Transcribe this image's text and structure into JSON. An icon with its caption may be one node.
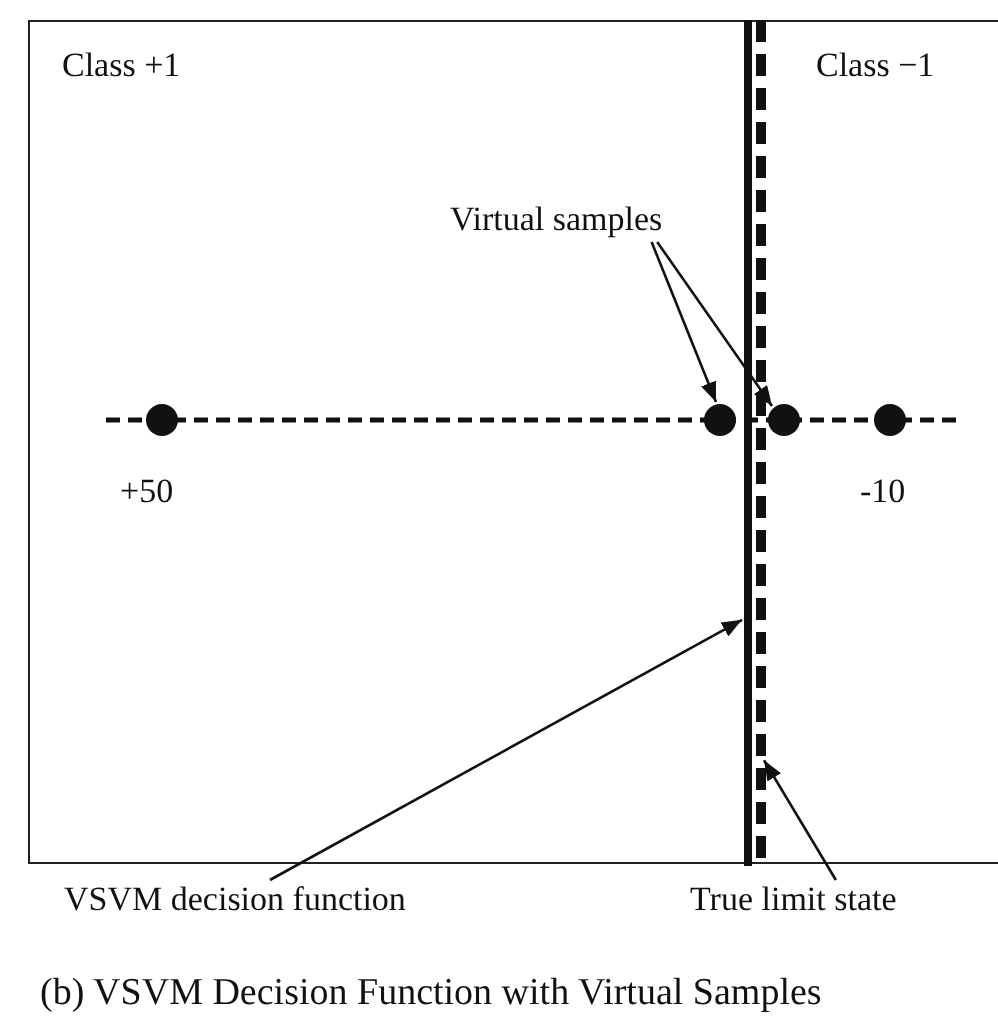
{
  "diagram": {
    "caption": "(b) VSVM Decision Function with Virtual Samples",
    "nodes": [
      {
        "text": [
          "Virtual samples"
        ]
      },
      {
        "text": [],
        "shape": "circle"
      },
      {
        "text": [],
        "shape": "circle"
      },
      {
        "text": [],
        "shape": "circle"
      },
      {
        "text": [],
        "shape": "circle"
      },
      {
        "text": [
          "VSVM decision function"
        ]
      },
      {
        "text": [],
        "shape": "line"
      },
      {
        "text": [
          "True limit state"
        ]
      },
      {
        "text": [],
        "shape": "line"
      }
    ],
    "edges": [
      {
        "from": 0,
        "to": 2,
        "arrow": "to"
      },
      {
        "from": 0,
        "to": 3,
        "arrow": "to"
      },
      {
        "from": 5,
        "to": 6,
        "arrow": "to"
      },
      {
        "from": 7,
        "to": 8,
        "arrow": "to"
      }
    ],
    "labels": [
      "Class +1",
      "Class −1",
      "+50",
      "-10"
    ]
  }
}
